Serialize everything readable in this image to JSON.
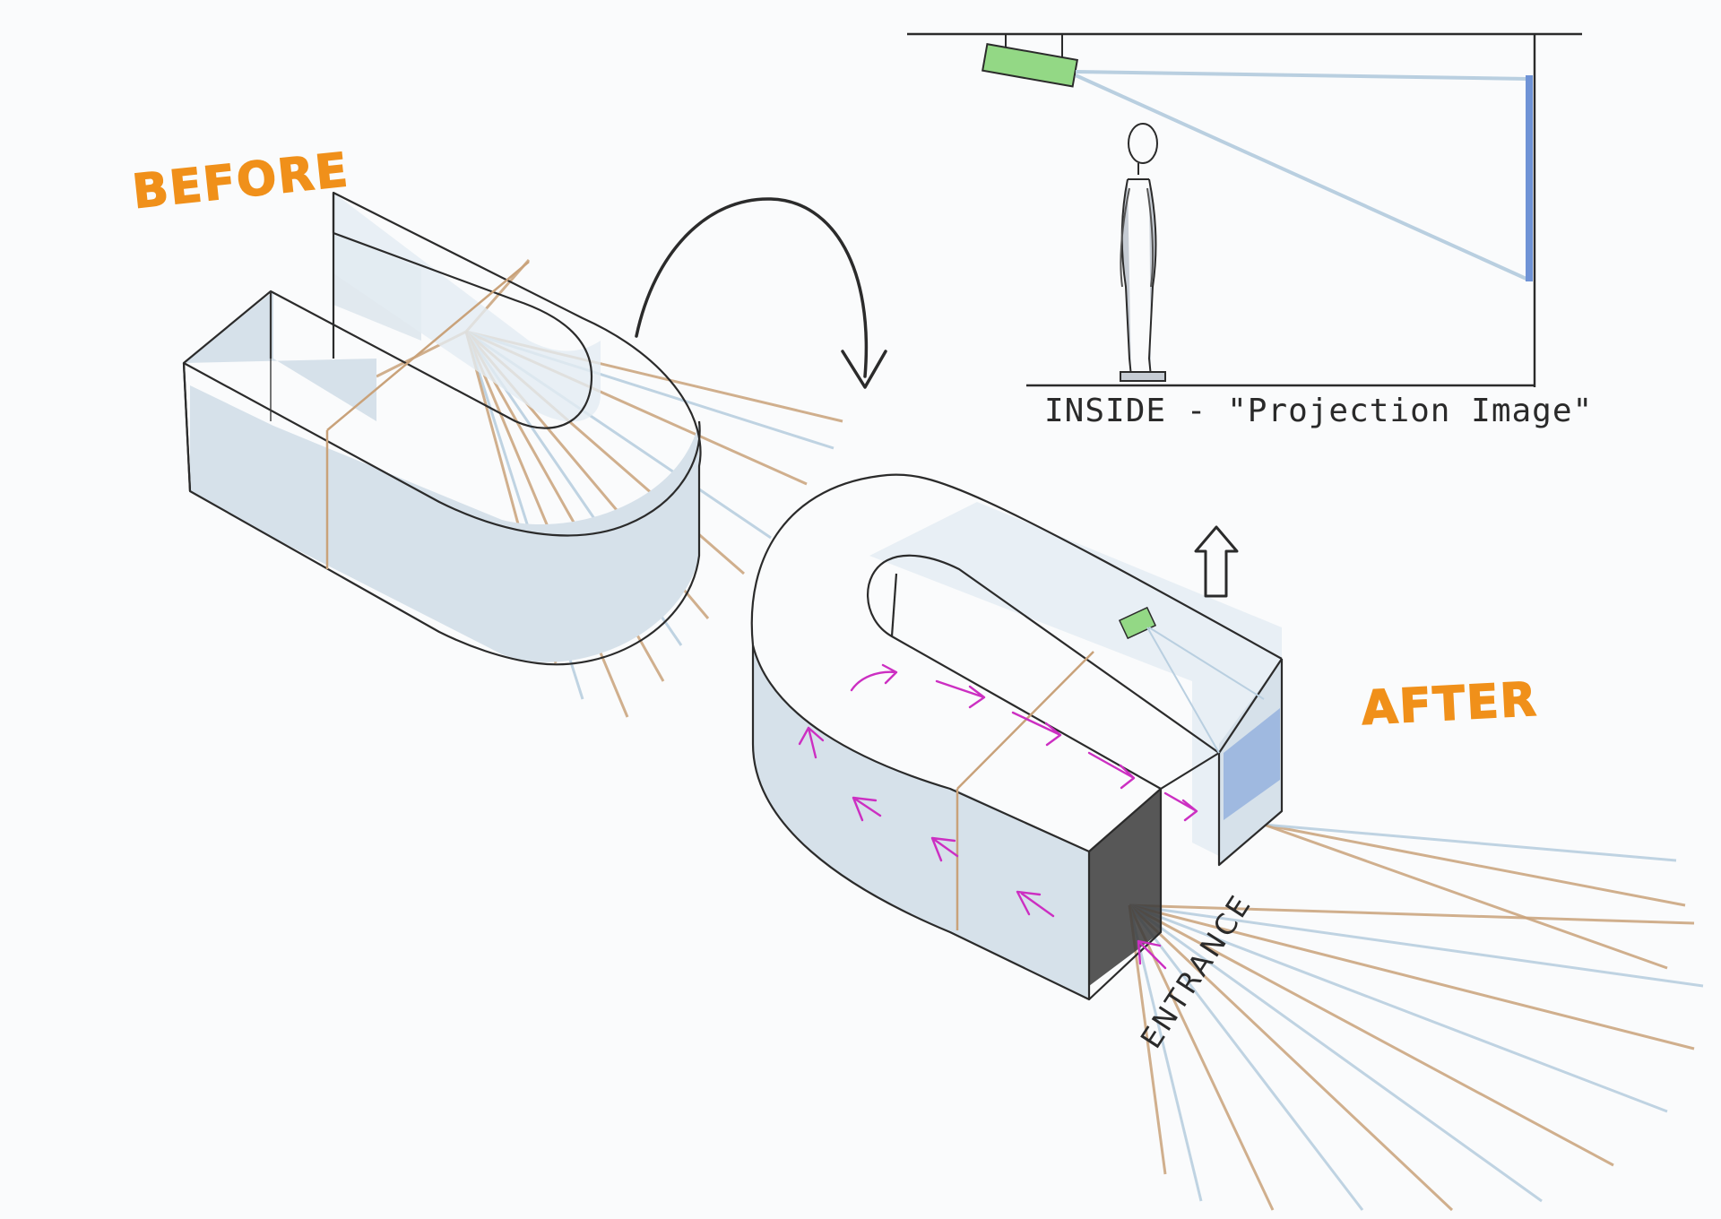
{
  "labels": {
    "before": "BEFORE",
    "after": "AFTER",
    "inside": "INSIDE - \"Projection Image\"",
    "entrance": "ENTRANCE"
  },
  "colors": {
    "label_orange": "#f0901a",
    "wall_blue": "#d6e1ea",
    "projector_green": "#93d885",
    "screen_blue": "#6f93d6",
    "flow_arrows": "#cc2fc2",
    "ray_brown": "#c9a27a",
    "ray_blue": "#b9cfe0"
  },
  "icons": {
    "transform_arrow": "curved-arrow-icon",
    "up_arrow": "up-arrow-icon",
    "projector": "projector-icon",
    "person": "person-figure-icon"
  }
}
